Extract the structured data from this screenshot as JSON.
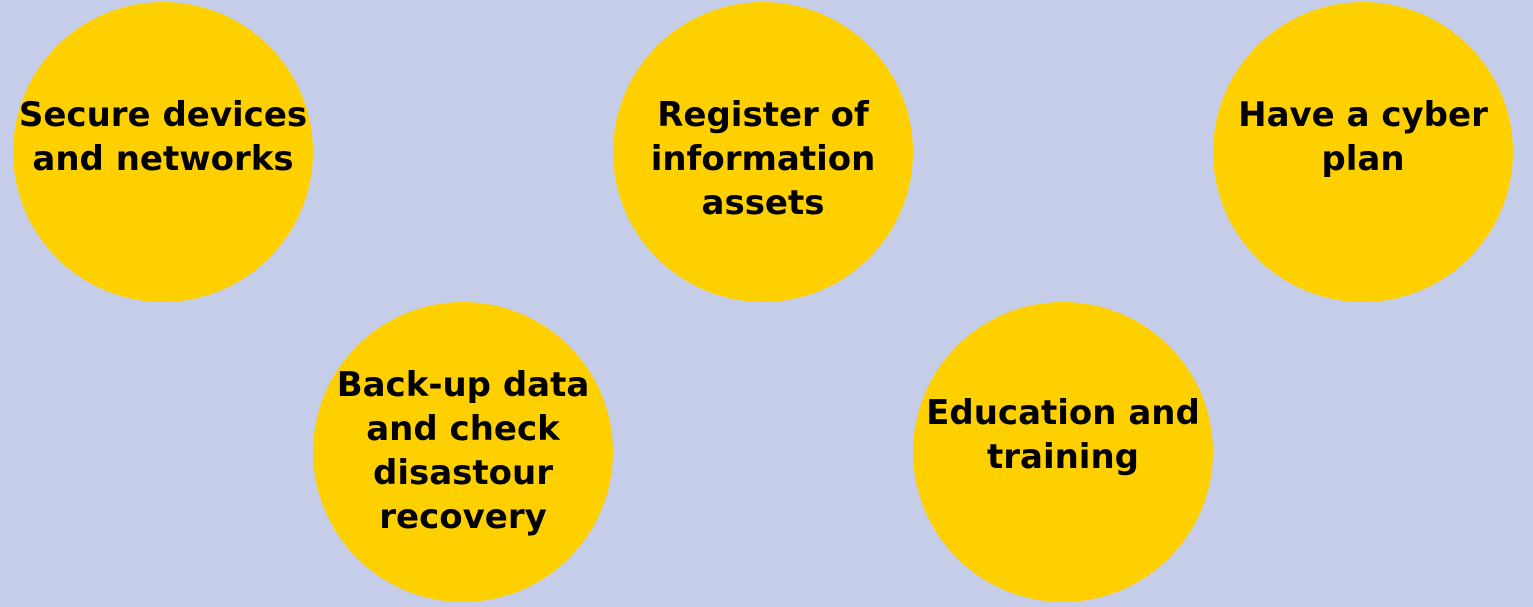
{
  "colors": {
    "background": "#C5CDE9",
    "circle_fill": "#FFD000",
    "text": "#000000"
  },
  "circles": [
    {
      "label": "Secure devices and networks"
    },
    {
      "label": "Register of information assets"
    },
    {
      "label": "Have a cyber plan"
    },
    {
      "label": "Back-up data and check disastour recovery"
    },
    {
      "label": "Education and training"
    }
  ]
}
